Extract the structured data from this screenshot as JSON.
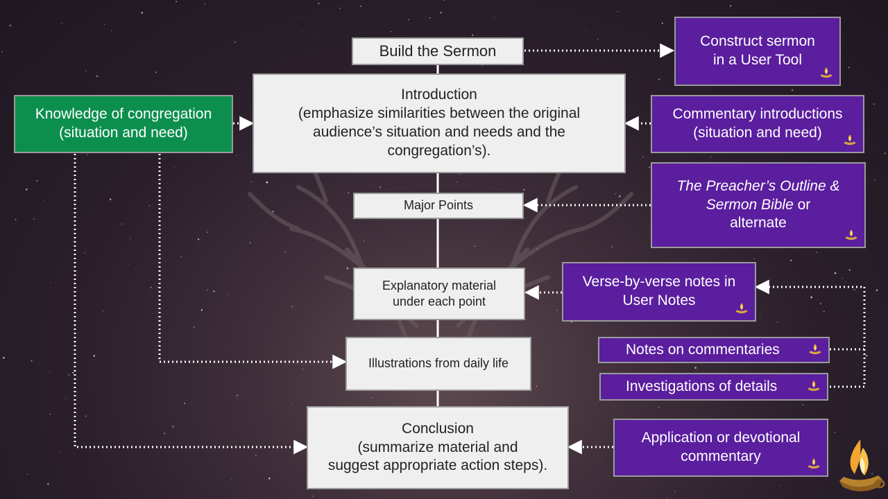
{
  "diagram": {
    "build_the_sermon": "Build the Sermon",
    "introduction": "Introduction\n(emphasize similarities between the original\naudience’s situation and needs and the\ncongregation’s).",
    "major_points": "Major Points",
    "explanatory_material": "Explanatory material\nunder each point",
    "illustrations": "Illustrations from daily life",
    "conclusion": "Conclusion\n(summarize material and\nsuggest appropriate action steps).",
    "knowledge_of_congregation": "Knowledge of congregation\n(situation and need)",
    "construct_sermon": "Construct sermon\nin a User Tool",
    "commentary_introductions": "Commentary introductions\n(situation and need)",
    "preachers_outline_title": "The Preacher’s Outline &\nSermon Bible",
    "preachers_outline_suffix": " or\nalternate",
    "verse_by_verse": "Verse-by-verse notes in\nUser Notes",
    "notes_on_commentaries": "Notes on commentaries",
    "investigations": "Investigations of details",
    "application_commentary": "Application or devotional\ncommentary"
  },
  "colors": {
    "purple": "#5a1e9e",
    "green": "#0c8f4d",
    "gray": "#efefef"
  },
  "icons": [
    "lamp-icon",
    "logo-lamp-icon"
  ]
}
